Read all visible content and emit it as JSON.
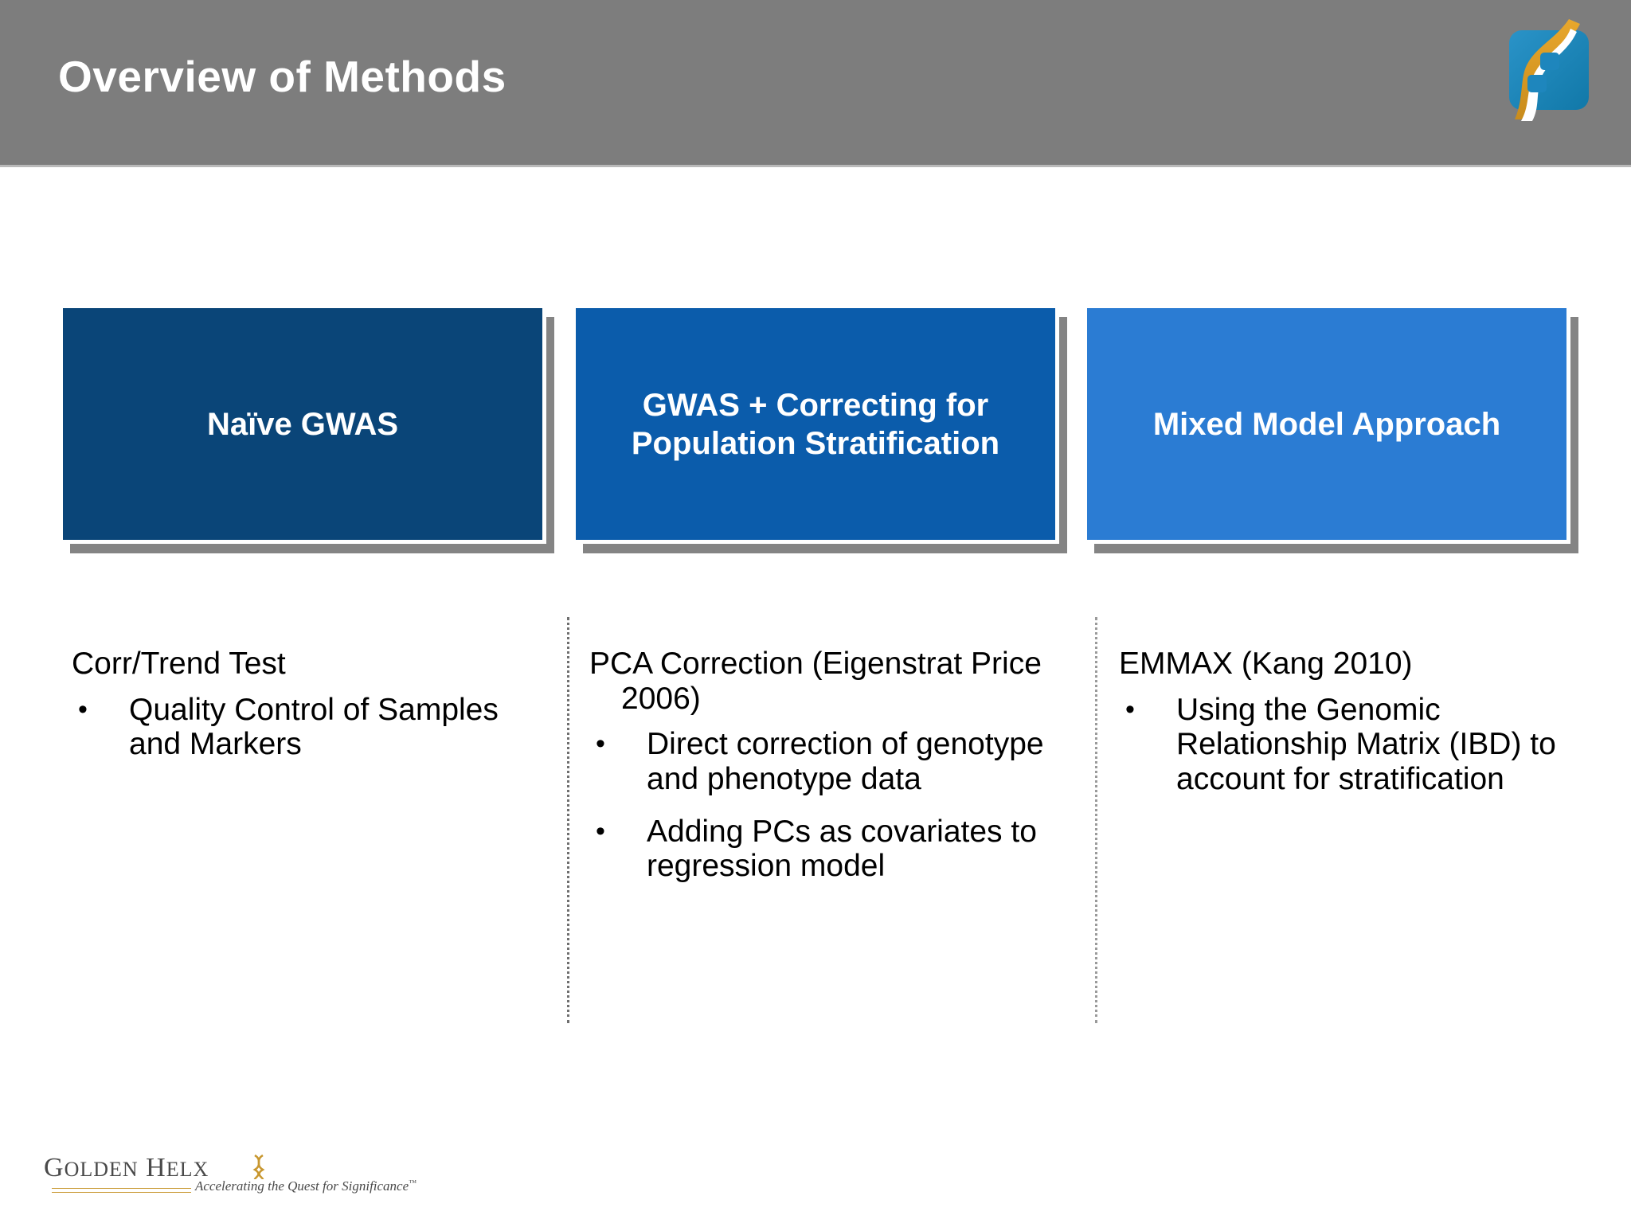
{
  "header": {
    "title": "Overview of Methods",
    "background_color": "#7d7d7d",
    "title_color": "#ffffff",
    "logo_icon": "dna-helix-icon"
  },
  "methods": [
    {
      "label": "Naïve GWAS",
      "color": "#0a4578"
    },
    {
      "label": "GWAS + Correcting for Population Stratification",
      "color": "#0b5cab"
    },
    {
      "label": "Mixed Model Approach",
      "color": "#2b7cd3"
    }
  ],
  "columns": [
    {
      "heading": "Corr/Trend Test",
      "bullets": [
        "Quality Control of Samples and Markers"
      ]
    },
    {
      "heading": "PCA Correction (Eigenstrat Price 2006)",
      "bullets": [
        "Direct correction of genotype and phenotype data",
        "Adding PCs as covariates to regression model"
      ]
    },
    {
      "heading": "EMMAX (Kang 2010)",
      "bullets": [
        "Using the Genomic Relationship Matrix (IBD) to account for stratification"
      ]
    }
  ],
  "bullet_glyph": "•",
  "footer": {
    "wordmark_golden_cap": "G",
    "wordmark_golden_rest": "OLDEN",
    "wordmark_helix_cap": "H",
    "wordmark_helix_rest": "EL",
    "wordmark_helix_tail": "X",
    "tagline": "Accelerating the Quest for Significance",
    "trademark": "™",
    "rule_color": "#c8972f",
    "logo_icon": "golden-helix-logo"
  }
}
